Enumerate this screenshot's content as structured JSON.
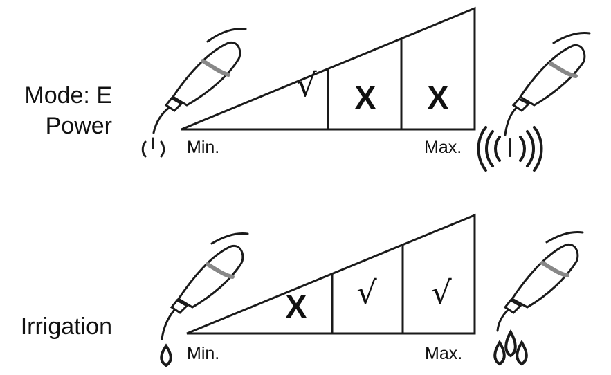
{
  "power": {
    "mode_label": "Mode: E",
    "title": "Power",
    "min_label": "Min.",
    "max_label": "Max.",
    "zone_marks": [
      "√",
      "X",
      "X"
    ]
  },
  "irrigation": {
    "title": "Irrigation",
    "min_label": "Min.",
    "max_label": "Max.",
    "zone_marks": [
      "X",
      "√",
      "√"
    ]
  },
  "icons": {
    "handpiece": "ultrasonic-handpiece-icon",
    "vibration_low": "vibration-low-icon",
    "vibration_high": "vibration-high-icon",
    "drop_single": "water-drop-icon",
    "drop_triple": "water-drops-icon"
  },
  "colors": {
    "line": "#1a1a1a",
    "background": "#ffffff"
  }
}
